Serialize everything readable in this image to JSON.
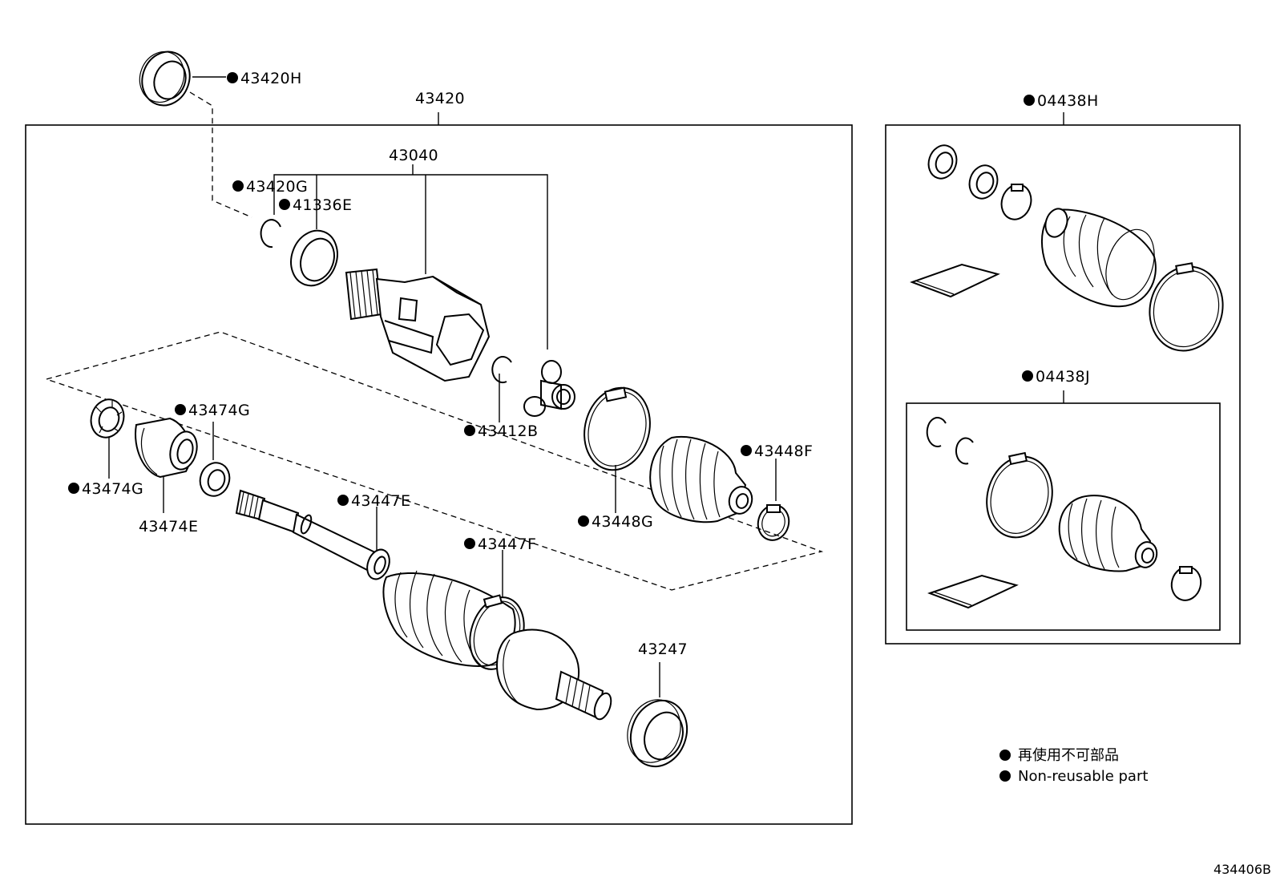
{
  "parts": {
    "p43420H": "43420H",
    "p43420": "43420",
    "p43040": "43040",
    "p43420G": "43420G",
    "p41336E": "41336E",
    "p43412B": "43412B",
    "p43448F": "43448F",
    "p43448G": "43448G",
    "p43474G_top": "43474G",
    "p43474G_left": "43474G",
    "p43474E": "43474E",
    "p43447E": "43447E",
    "p43447F": "43447F",
    "p43247": "43247",
    "p04438H": "04438H",
    "p04438J": "04438J"
  },
  "legend": {
    "jp": "再使用不可部品",
    "en": "Non-reusable part"
  },
  "figure_code": "434406B",
  "colors": {
    "ink": "#000000",
    "background": "#ffffff"
  }
}
